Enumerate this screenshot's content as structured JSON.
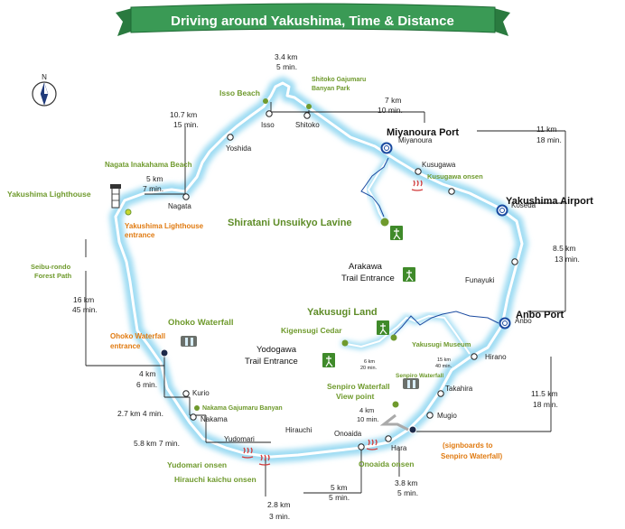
{
  "title": "Driving around Yakushima, Time & Distance",
  "compass": "N",
  "colors": {
    "road": "#ffffff",
    "glow": "#9fdcf3",
    "river": "#1a4aa0",
    "green": "#6f9a2d",
    "orange": "#e07a10",
    "banner": "#2f8a4a"
  },
  "ports": {
    "miyanoura_port": "Miyanoura Port",
    "airport": "Yakushima Airport",
    "anbo_port": "Anbo Port"
  },
  "towns": {
    "isso": "Isso",
    "shitoko": "Shitoko",
    "yoshida": "Yoshida",
    "miyanoura": "Miyanoura",
    "kusugawa": "Kusugawa",
    "koseda": "Koseda",
    "funayuki": "Funayuki",
    "anbo": "Anbo",
    "hirano": "Hirano",
    "takahira": "Takahira",
    "mugio": "Mugio",
    "hara": "Hara",
    "onoaida": "Onoaida",
    "hirauchi": "Hirauchi",
    "yudomari": "Yudomari",
    "nakama": "Nakama",
    "kurio": "Kurio",
    "nagata": "Nagata"
  },
  "spots": {
    "isso_beach": "Isso Beach",
    "shitoko_gajumaru_1": "Shitoko    Gajumaru",
    "shitoko_gajumaru_2": "Banyan Park",
    "nagata_beach": "Nagata Inakahama Beach",
    "lighthouse": "Yakushima  Lighthouse",
    "lighthouse_entrance_1": "Yakushima Lighthouse",
    "lighthouse_entrance_2": "entrance",
    "kusugawa_onsen": "Kusugawa onsen",
    "shiratani": "Shiratani Unsuikyo Lavine",
    "arakawa_1": "Arakawa",
    "arakawa_2": "Trail Entrance",
    "yakusugi_land": "Yakusugi  Land",
    "kigensugi": "Kigensugi Cedar",
    "yakusugi_museum": "Yakusugi Museum",
    "yodogawa_1": "Yodogawa",
    "yodogawa_2": "Trail Entrance",
    "seibu_1": "Seibu-rondo",
    "seibu_2": "Forest  Path",
    "ohoko_waterfall": "Ohoko Waterfall",
    "ohoko_entrance_1": "Ohoko Waterfall",
    "ohoko_entrance_2": "entrance",
    "senpiro_waterfall_small": "Senpiro Waterfall",
    "senpiro_view_1": "Senpiro Waterfall",
    "senpiro_view_2": "View point",
    "nakama_gajumaru": "Nakama Gajumaru Banyan",
    "yudomari_onsen": "Yudomari onsen",
    "hirauchi_onsen": "Hirauchi kaichu onsen",
    "onoaida_onsen": "Onoaida onsen",
    "signboards_1": "(signboards to",
    "signboards_2": "Senpiro Waterfall)"
  },
  "distances": {
    "d_isso_top_km": "3.4 km",
    "d_isso_top_min": "5 min.",
    "d_miyanoura_km": "7 km",
    "d_miyanoura_min": "10 min.",
    "d_airport_km": "11 km",
    "d_airport_min": "18 min.",
    "d_yoshida_km": "10.7 km",
    "d_yoshida_min": "15 min.",
    "d_nagata_km": "5 km",
    "d_nagata_min": "7 min.",
    "d_anbo_km": "8.5 km",
    "d_anbo_min": "13 min.",
    "d_seibu_km": "16 km",
    "d_seibu_min": "45 min.",
    "d_kurio_km": "4 km",
    "d_kurio_min": "6 min.",
    "d_nakama": "2.7 km 4 min.",
    "d_yudomari": "5.8 km 7 min.",
    "d_hirano_km": "11.5 km",
    "d_hirano_min": "18 min.",
    "d_yakusugi_km": "15 km",
    "d_yakusugi_min": "40 min.",
    "d_kigen_km": "6 km",
    "d_kigen_min": "20 min.",
    "d_senpiro_km": "4 km",
    "d_senpiro_min": "10 min.",
    "d_hara_km": "3.8 km",
    "d_hara_min": "5 min.",
    "d_onoaida_km": "5 km",
    "d_onoaida_min": "5 min.",
    "d_hirauchi_km": "2.8 km",
    "d_hirauchi_min": "3 min."
  }
}
